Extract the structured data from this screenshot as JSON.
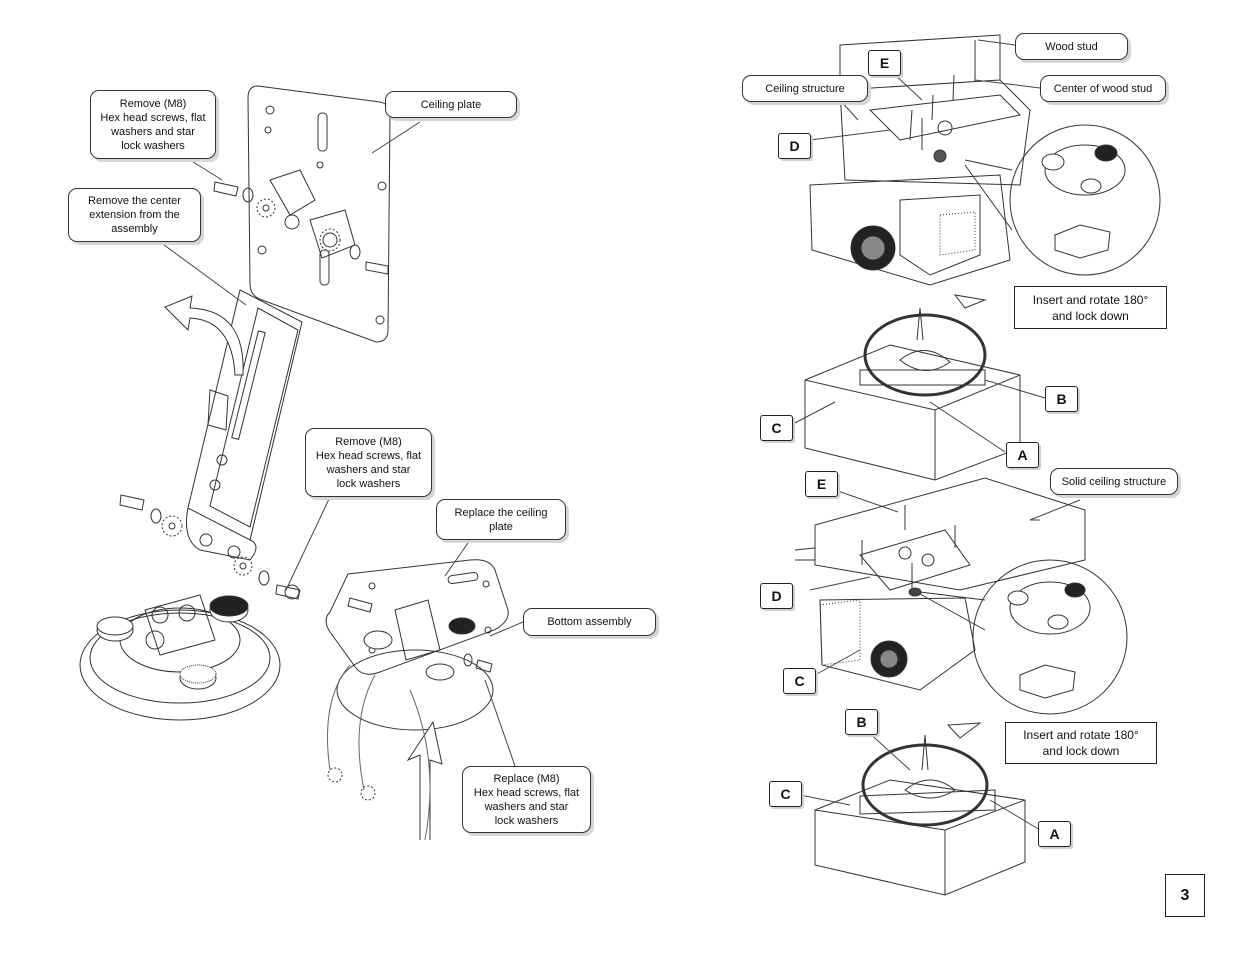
{
  "left": {
    "callouts": {
      "remove_screws_top": "Remove (M8)\nHex head screws, flat\nwashers and star\nlock washers",
      "ceiling_plate": "Ceiling plate",
      "remove_center_extension": "Remove the center\nextension from the\nassembly",
      "remove_screws_mid": "Remove (M8)\nHex head screws, flat\nwashers and star\nlock washers",
      "replace_ceiling_plate": "Replace the ceiling\nplate",
      "bottom_assembly": "Bottom assembly",
      "replace_screws": "Replace (M8)\nHex head screws, flat\nwashers and star\nlock washers"
    }
  },
  "right": {
    "callouts": {
      "wood_stud": "Wood stud",
      "ceiling_structure": "Ceiling structure",
      "center_of_wood_stud": "Center of wood stud",
      "solid_ceiling_structure": "Solid ceiling structure"
    },
    "instructions": {
      "insert_rotate_1": "Insert and rotate 180°\nand lock down",
      "insert_rotate_2": "Insert and rotate 180°\nand lock down"
    },
    "letters": {
      "e1": "E",
      "d1": "D",
      "b1": "B",
      "c1": "C",
      "a1": "A",
      "e2": "E",
      "d2": "D",
      "c2": "C",
      "b2": "B",
      "c3": "C",
      "a2": "A"
    }
  },
  "page_number": "3"
}
